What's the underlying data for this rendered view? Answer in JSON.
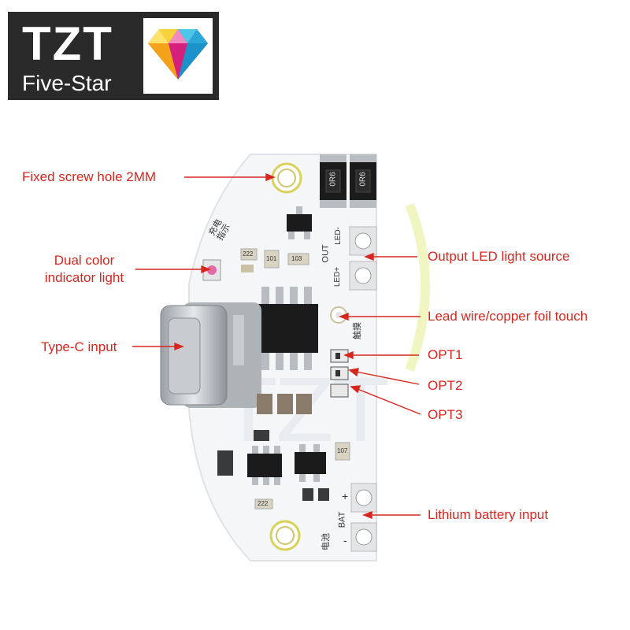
{
  "logo": {
    "brand": "TZT",
    "subtitle": "Five-Star"
  },
  "labels": {
    "screw_hole": "Fixed screw hole 2MM",
    "indicator_line1": "Dual color",
    "indicator_line2": "indicator light",
    "type_c": "Type-C input",
    "output_led": "Output LED light source",
    "touch": "Lead wire/copper foil touch",
    "opt1": "OPT1",
    "opt2": "OPT2",
    "opt3": "OPT3",
    "battery": "Lithium battery input"
  },
  "silkscreen": {
    "resistor_top_left": "0R6",
    "resistor_top_right": "0R6",
    "r222_a": "222",
    "r101": "101",
    "r103": "103",
    "r107": "107",
    "r222_b": "222",
    "out": "OUT",
    "led_plus": "LED+",
    "led_minus": "LED-",
    "bat": "BAT",
    "bat_plus": "+",
    "bat_minus": "-",
    "charge_cn": "充电\n指示",
    "touch_cn": "触摸",
    "bat_cn": "电池"
  },
  "colors": {
    "label_red": "#d7261e",
    "board_white": "#f4f6f8",
    "pad_silver": "#cfd3d6",
    "chip_black": "#1b1b1b"
  }
}
